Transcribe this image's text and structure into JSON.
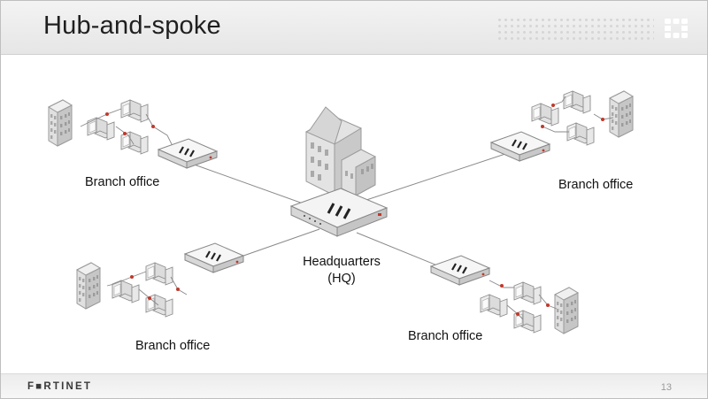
{
  "slide": {
    "title": "Hub-and-spoke",
    "page_number": "13",
    "brand": "F■RTINET"
  },
  "diagram": {
    "hub": {
      "label_line1": "Headquarters",
      "label_line2": "(HQ)"
    },
    "branches": [
      {
        "id": "top-left",
        "label": "Branch office"
      },
      {
        "id": "top-right",
        "label": "Branch office"
      },
      {
        "id": "bottom-left",
        "label": "Branch office"
      },
      {
        "id": "bottom-right",
        "label": "Branch office"
      }
    ]
  },
  "colors": {
    "link_line": "#8a8a8a",
    "device_face": "#f4f4f4",
    "device_side": "#cfcfcf",
    "port_dot": "#c0392b",
    "building": "#d4d4d4"
  }
}
